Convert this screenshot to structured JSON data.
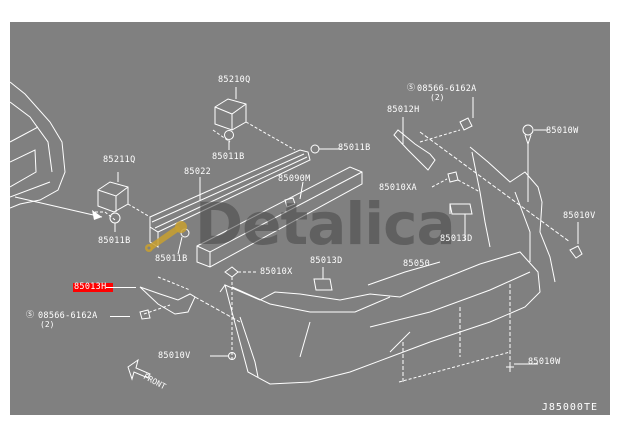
{
  "diagram": {
    "title_code": "J85000TE",
    "background_color": "#808080",
    "line_color": "#ffffff",
    "highlight_color": "#ff0000",
    "watermark_text": "Detalica",
    "watermark_color": "#464646",
    "logo_icon": "wrench-icon",
    "logo_color": "#c8a030",
    "front_indicator": "FRONT"
  },
  "labels": {
    "p85210Q": "85210Q",
    "p85211Q": "85211Q",
    "p85011B_top": "85011B",
    "p85011B_mid": "85011B",
    "p85011B_left": "85011B",
    "p85011B_lower": "85011B",
    "p85022": "85022",
    "p85090M": "85090M",
    "p08566_top": "08566-6162A",
    "p08566_top_qty": "(2)",
    "p85012H": "85012H",
    "p85010W_top": "85010W",
    "p85010XA": "85010XA",
    "p85010V_right": "85010V",
    "p85013D_right": "85013D",
    "p85013D_mid": "85013D",
    "p85050": "85050",
    "p85010X": "85010X",
    "p85013H": "85013H",
    "p08566_left": "08566-6162A",
    "p08566_left_qty": "(2)",
    "p85010V_left": "85010V",
    "p85010W_bottom": "85010W"
  },
  "highlighted_part": "85013H"
}
